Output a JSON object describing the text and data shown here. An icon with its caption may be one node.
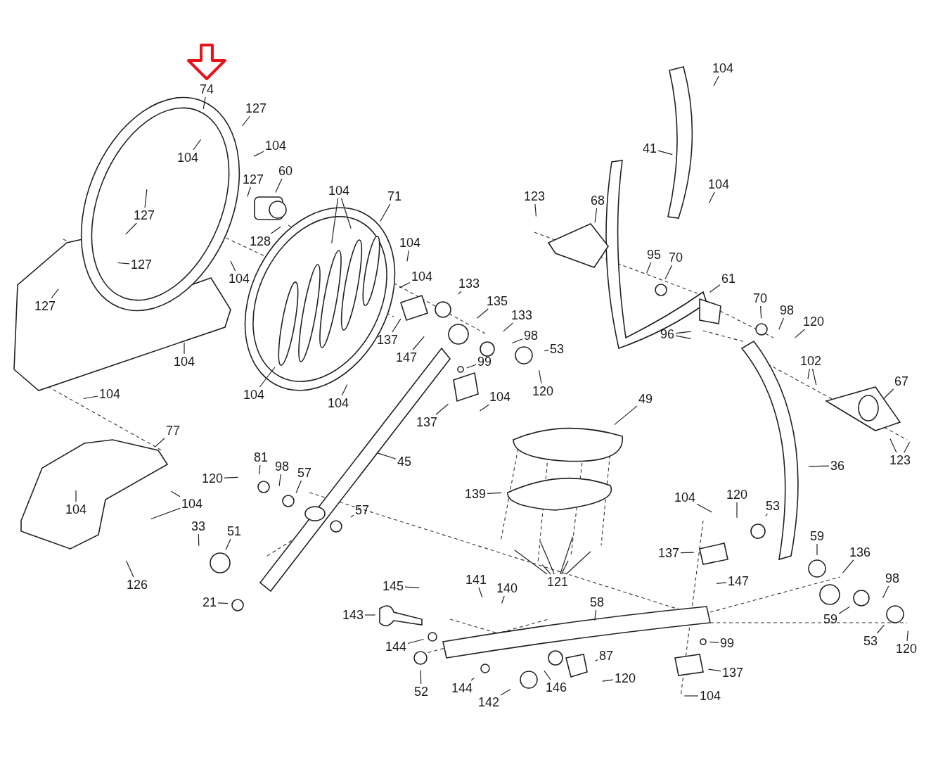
{
  "diagram": {
    "nodes": [
      {
        "text": [
          "74"
        ]
      },
      {
        "text": [
          "127"
        ]
      },
      {
        "text": [
          "104"
        ]
      },
      {
        "text": [
          "104"
        ]
      },
      {
        "text": [
          "127"
        ]
      },
      {
        "text": [
          "60"
        ]
      },
      {
        "text": [
          "127"
        ]
      },
      {
        "text": [
          "128"
        ]
      },
      {
        "text": [
          "104"
        ]
      },
      {
        "text": [
          "71"
        ]
      },
      {
        "text": [
          "127"
        ]
      },
      {
        "text": [
          "104"
        ]
      },
      {
        "text": [
          "104"
        ]
      },
      {
        "text": [
          "127"
        ]
      },
      {
        "text": [
          "104"
        ]
      },
      {
        "text": [
          "133"
        ]
      },
      {
        "text": [
          "135"
        ]
      },
      {
        "text": [
          "133"
        ]
      },
      {
        "text": [
          "98"
        ]
      },
      {
        "text": [
          "53"
        ]
      },
      {
        "text": [
          "137"
        ]
      },
      {
        "text": [
          "147"
        ]
      },
      {
        "text": [
          "99"
        ]
      },
      {
        "text": [
          "120"
        ]
      },
      {
        "text": [
          "104"
        ]
      },
      {
        "text": [
          "104"
        ]
      },
      {
        "text": [
          "104"
        ]
      },
      {
        "text": [
          "104"
        ]
      },
      {
        "text": [
          "137"
        ]
      },
      {
        "text": [
          "104"
        ]
      },
      {
        "text": [
          "104"
        ]
      },
      {
        "text": [
          "41"
        ]
      },
      {
        "text": [
          "104"
        ]
      },
      {
        "text": [
          "123"
        ]
      },
      {
        "text": [
          "68"
        ]
      },
      {
        "text": [
          "95"
        ]
      },
      {
        "text": [
          "70"
        ]
      },
      {
        "text": [
          "61"
        ]
      },
      {
        "text": [
          "70"
        ]
      },
      {
        "text": [
          "98"
        ]
      },
      {
        "text": [
          "120"
        ]
      },
      {
        "text": [
          "96"
        ]
      },
      {
        "text": [
          "102"
        ]
      },
      {
        "text": [
          "67"
        ]
      },
      {
        "text": [
          "123"
        ]
      },
      {
        "text": [
          "49"
        ]
      },
      {
        "text": [
          "36"
        ]
      },
      {
        "text": [
          "77"
        ]
      },
      {
        "text": [
          "45"
        ]
      },
      {
        "text": [
          "139"
        ]
      },
      {
        "text": [
          "81"
        ]
      },
      {
        "text": [
          "98"
        ]
      },
      {
        "text": [
          "57"
        ]
      },
      {
        "text": [
          "120"
        ]
      },
      {
        "text": [
          "104"
        ]
      },
      {
        "text": [
          "104"
        ]
      },
      {
        "text": [
          "57"
        ]
      },
      {
        "text": [
          "33"
        ]
      },
      {
        "text": [
          "51"
        ]
      },
      {
        "text": [
          "126"
        ]
      },
      {
        "text": [
          "121"
        ]
      },
      {
        "text": [
          "21"
        ]
      },
      {
        "text": [
          "104"
        ]
      },
      {
        "text": [
          "120"
        ]
      },
      {
        "text": [
          "53"
        ]
      },
      {
        "text": [
          "137"
        ]
      },
      {
        "text": [
          "59"
        ]
      },
      {
        "text": [
          "136"
        ]
      },
      {
        "text": [
          "147"
        ]
      },
      {
        "text": [
          "145"
        ]
      },
      {
        "text": [
          "141"
        ]
      },
      {
        "text": [
          "140"
        ]
      },
      {
        "text": [
          "143"
        ]
      },
      {
        "text": [
          "58"
        ]
      },
      {
        "text": [
          "98"
        ]
      },
      {
        "text": [
          "59"
        ]
      },
      {
        "text": [
          "144"
        ]
      },
      {
        "text": [
          "99"
        ]
      },
      {
        "text": [
          "87"
        ]
      },
      {
        "text": [
          "120"
        ]
      },
      {
        "text": [
          "137"
        ]
      },
      {
        "text": [
          "52"
        ]
      },
      {
        "text": [
          "144"
        ]
      },
      {
        "text": [
          "146"
        ]
      },
      {
        "text": [
          "142"
        ]
      },
      {
        "text": [
          "53"
        ]
      },
      {
        "text": [
          "120"
        ]
      },
      {
        "text": [
          "104"
        ]
      }
    ],
    "edges": [
      {
        "from": null,
        "to": 0,
        "arrow": "to",
        "color": "#e8141b"
      },
      {
        "from": 0,
        "to": null,
        "arrow": "none"
      },
      {
        "from": 1,
        "to": null,
        "arrow": "none"
      },
      {
        "from": 2,
        "to": null,
        "arrow": "none"
      },
      {
        "from": 3,
        "to": null,
        "arrow": "none"
      },
      {
        "from": 4,
        "to": null,
        "arrow": "none"
      },
      {
        "from": 5,
        "to": null,
        "arrow": "none"
      },
      {
        "from": 6,
        "to": null,
        "arrow": "none"
      },
      {
        "from": 6,
        "to": null,
        "arrow": "none"
      },
      {
        "from": 7,
        "to": null,
        "arrow": "none"
      },
      {
        "from": 8,
        "to": null,
        "arrow": "none"
      },
      {
        "from": 8,
        "to": null,
        "arrow": "none"
      },
      {
        "from": 9,
        "to": null,
        "arrow": "none"
      },
      {
        "from": 10,
        "to": null,
        "arrow": "none"
      },
      {
        "from": 11,
        "to": null,
        "arrow": "none"
      },
      {
        "from": 12,
        "to": null,
        "arrow": "none"
      },
      {
        "from": 13,
        "to": null,
        "arrow": "none"
      },
      {
        "from": 14,
        "to": null,
        "arrow": "none"
      },
      {
        "from": 15,
        "to": null,
        "arrow": "none"
      },
      {
        "from": 16,
        "to": null,
        "arrow": "none"
      },
      {
        "from": 17,
        "to": null,
        "arrow": "none"
      },
      {
        "from": 18,
        "to": null,
        "arrow": "none"
      },
      {
        "from": 19,
        "to": null,
        "arrow": "none"
      },
      {
        "from": 20,
        "to": null,
        "arrow": "none"
      },
      {
        "from": 21,
        "to": null,
        "arrow": "none"
      },
      {
        "from": 22,
        "to": null,
        "arrow": "none"
      },
      {
        "from": 23,
        "to": null,
        "arrow": "none"
      },
      {
        "from": 24,
        "to": null,
        "arrow": "none"
      },
      {
        "from": 25,
        "to": null,
        "arrow": "none"
      },
      {
        "from": 26,
        "to": null,
        "arrow": "none"
      },
      {
        "from": 27,
        "to": null,
        "arrow": "none"
      },
      {
        "from": 28,
        "to": null,
        "arrow": "none"
      },
      {
        "from": 29,
        "to": null,
        "arrow": "none"
      },
      {
        "from": 30,
        "to": null,
        "arrow": "none"
      },
      {
        "from": 31,
        "to": null,
        "arrow": "none"
      },
      {
        "from": 32,
        "to": null,
        "arrow": "none"
      },
      {
        "from": 33,
        "to": null,
        "arrow": "none"
      },
      {
        "from": 34,
        "to": null,
        "arrow": "none"
      },
      {
        "from": 35,
        "to": null,
        "arrow": "none"
      },
      {
        "from": 36,
        "to": null,
        "arrow": "none"
      },
      {
        "from": 37,
        "to": null,
        "arrow": "none"
      },
      {
        "from": 38,
        "to": null,
        "arrow": "none"
      },
      {
        "from": 39,
        "to": null,
        "arrow": "none"
      },
      {
        "from": 40,
        "to": null,
        "arrow": "none"
      },
      {
        "from": 41,
        "to": null,
        "arrow": "none"
      },
      {
        "from": 41,
        "to": null,
        "arrow": "none"
      },
      {
        "from": 42,
        "to": null,
        "arrow": "none"
      },
      {
        "from": 42,
        "to": null,
        "arrow": "none"
      },
      {
        "from": 43,
        "to": null,
        "arrow": "none"
      },
      {
        "from": 44,
        "to": null,
        "arrow": "none"
      },
      {
        "from": 44,
        "to": null,
        "arrow": "none"
      },
      {
        "from": 45,
        "to": null,
        "arrow": "none"
      },
      {
        "from": 46,
        "to": null,
        "arrow": "none"
      },
      {
        "from": 47,
        "to": null,
        "arrow": "none"
      },
      {
        "from": 48,
        "to": null,
        "arrow": "none"
      },
      {
        "from": 49,
        "to": null,
        "arrow": "none"
      },
      {
        "from": 50,
        "to": null,
        "arrow": "none"
      },
      {
        "from": 51,
        "to": null,
        "arrow": "none"
      },
      {
        "from": 52,
        "to": null,
        "arrow": "none"
      },
      {
        "from": 53,
        "to": null,
        "arrow": "none"
      },
      {
        "from": 54,
        "to": null,
        "arrow": "none"
      },
      {
        "from": 55,
        "to": null,
        "arrow": "none"
      },
      {
        "from": 55,
        "to": null,
        "arrow": "none"
      },
      {
        "from": 56,
        "to": null,
        "arrow": "none"
      },
      {
        "from": 57,
        "to": null,
        "arrow": "none"
      },
      {
        "from": 58,
        "to": null,
        "arrow": "none"
      },
      {
        "from": 59,
        "to": null,
        "arrow": "none"
      },
      {
        "from": 60,
        "to": null,
        "arrow": "none"
      },
      {
        "from": 60,
        "to": null,
        "arrow": "none"
      },
      {
        "from": 60,
        "to": null,
        "arrow": "none"
      },
      {
        "from": 60,
        "to": null,
        "arrow": "none"
      },
      {
        "from": 60,
        "to": null,
        "arrow": "none"
      },
      {
        "from": 60,
        "to": null,
        "arrow": "none"
      },
      {
        "from": 61,
        "to": null,
        "arrow": "none"
      },
      {
        "from": 62,
        "to": null,
        "arrow": "none"
      },
      {
        "from": 63,
        "to": null,
        "arrow": "none"
      },
      {
        "from": 64,
        "to": null,
        "arrow": "none"
      },
      {
        "from": 65,
        "to": null,
        "arrow": "none"
      },
      {
        "from": 66,
        "to": null,
        "arrow": "none"
      },
      {
        "from": 67,
        "to": null,
        "arrow": "none"
      },
      {
        "from": 68,
        "to": null,
        "arrow": "none"
      },
      {
        "from": 69,
        "to": null,
        "arrow": "none"
      },
      {
        "from": 70,
        "to": null,
        "arrow": "none"
      },
      {
        "from": 71,
        "to": null,
        "arrow": "none"
      },
      {
        "from": 72,
        "to": null,
        "arrow": "none"
      },
      {
        "from": 73,
        "to": null,
        "arrow": "none"
      },
      {
        "from": 74,
        "to": null,
        "arrow": "none"
      },
      {
        "from": 75,
        "to": null,
        "arrow": "none"
      },
      {
        "from": 76,
        "to": null,
        "arrow": "none"
      },
      {
        "from": 77,
        "to": null,
        "arrow": "none"
      },
      {
        "from": 78,
        "to": null,
        "arrow": "none"
      },
      {
        "from": 79,
        "to": null,
        "arrow": "none"
      },
      {
        "from": 80,
        "to": null,
        "arrow": "none"
      },
      {
        "from": 81,
        "to": null,
        "arrow": "none"
      },
      {
        "from": 82,
        "to": null,
        "arrow": "none"
      },
      {
        "from": 83,
        "to": null,
        "arrow": "none"
      },
      {
        "from": 84,
        "to": null,
        "arrow": "none"
      },
      {
        "from": 85,
        "to": null,
        "arrow": "none"
      },
      {
        "from": 86,
        "to": null,
        "arrow": "none"
      },
      {
        "from": 87,
        "to": null,
        "arrow": "none"
      }
    ]
  }
}
